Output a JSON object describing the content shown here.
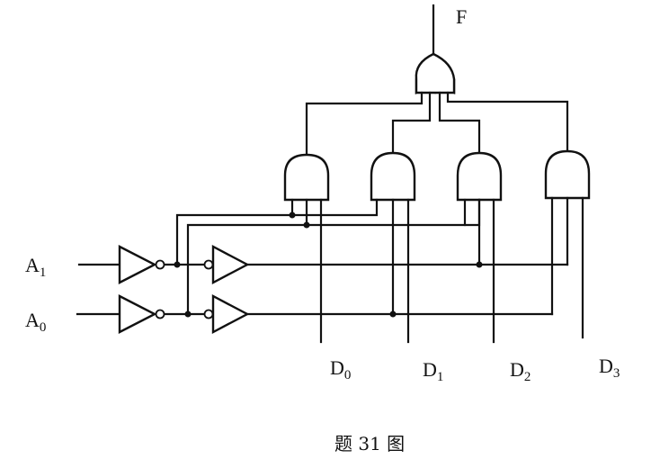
{
  "title": "题 31 图",
  "output": {
    "label": "F"
  },
  "inputs": [
    {
      "id": "A1",
      "base": "A",
      "sub": "1"
    },
    {
      "id": "A0",
      "base": "A",
      "sub": "0"
    }
  ],
  "data_lines": [
    {
      "id": "D0",
      "base": "D",
      "sub": "0"
    },
    {
      "id": "D1",
      "base": "D",
      "sub": "1"
    },
    {
      "id": "D2",
      "base": "D",
      "sub": "2"
    },
    {
      "id": "D3",
      "base": "D",
      "sub": "3"
    }
  ],
  "gates": {
    "inverters": [
      "A1-not",
      "A0-not"
    ],
    "buffers": [
      "A1-buffer",
      "A0-buffer"
    ],
    "and_gates": [
      {
        "id": "and-0",
        "inputs": [
          "A1'",
          "A0'",
          "D0"
        ]
      },
      {
        "id": "and-1",
        "inputs": [
          "A1'",
          "A0",
          "D1"
        ]
      },
      {
        "id": "and-2",
        "inputs": [
          "A0'",
          "A1",
          "D2"
        ]
      },
      {
        "id": "and-3",
        "inputs": [
          "A0",
          "A1",
          "D3"
        ]
      }
    ],
    "or_gate": {
      "id": "or-out",
      "inputs": [
        "and-0",
        "and-1",
        "and-2",
        "and-3"
      ],
      "output": "F"
    }
  }
}
